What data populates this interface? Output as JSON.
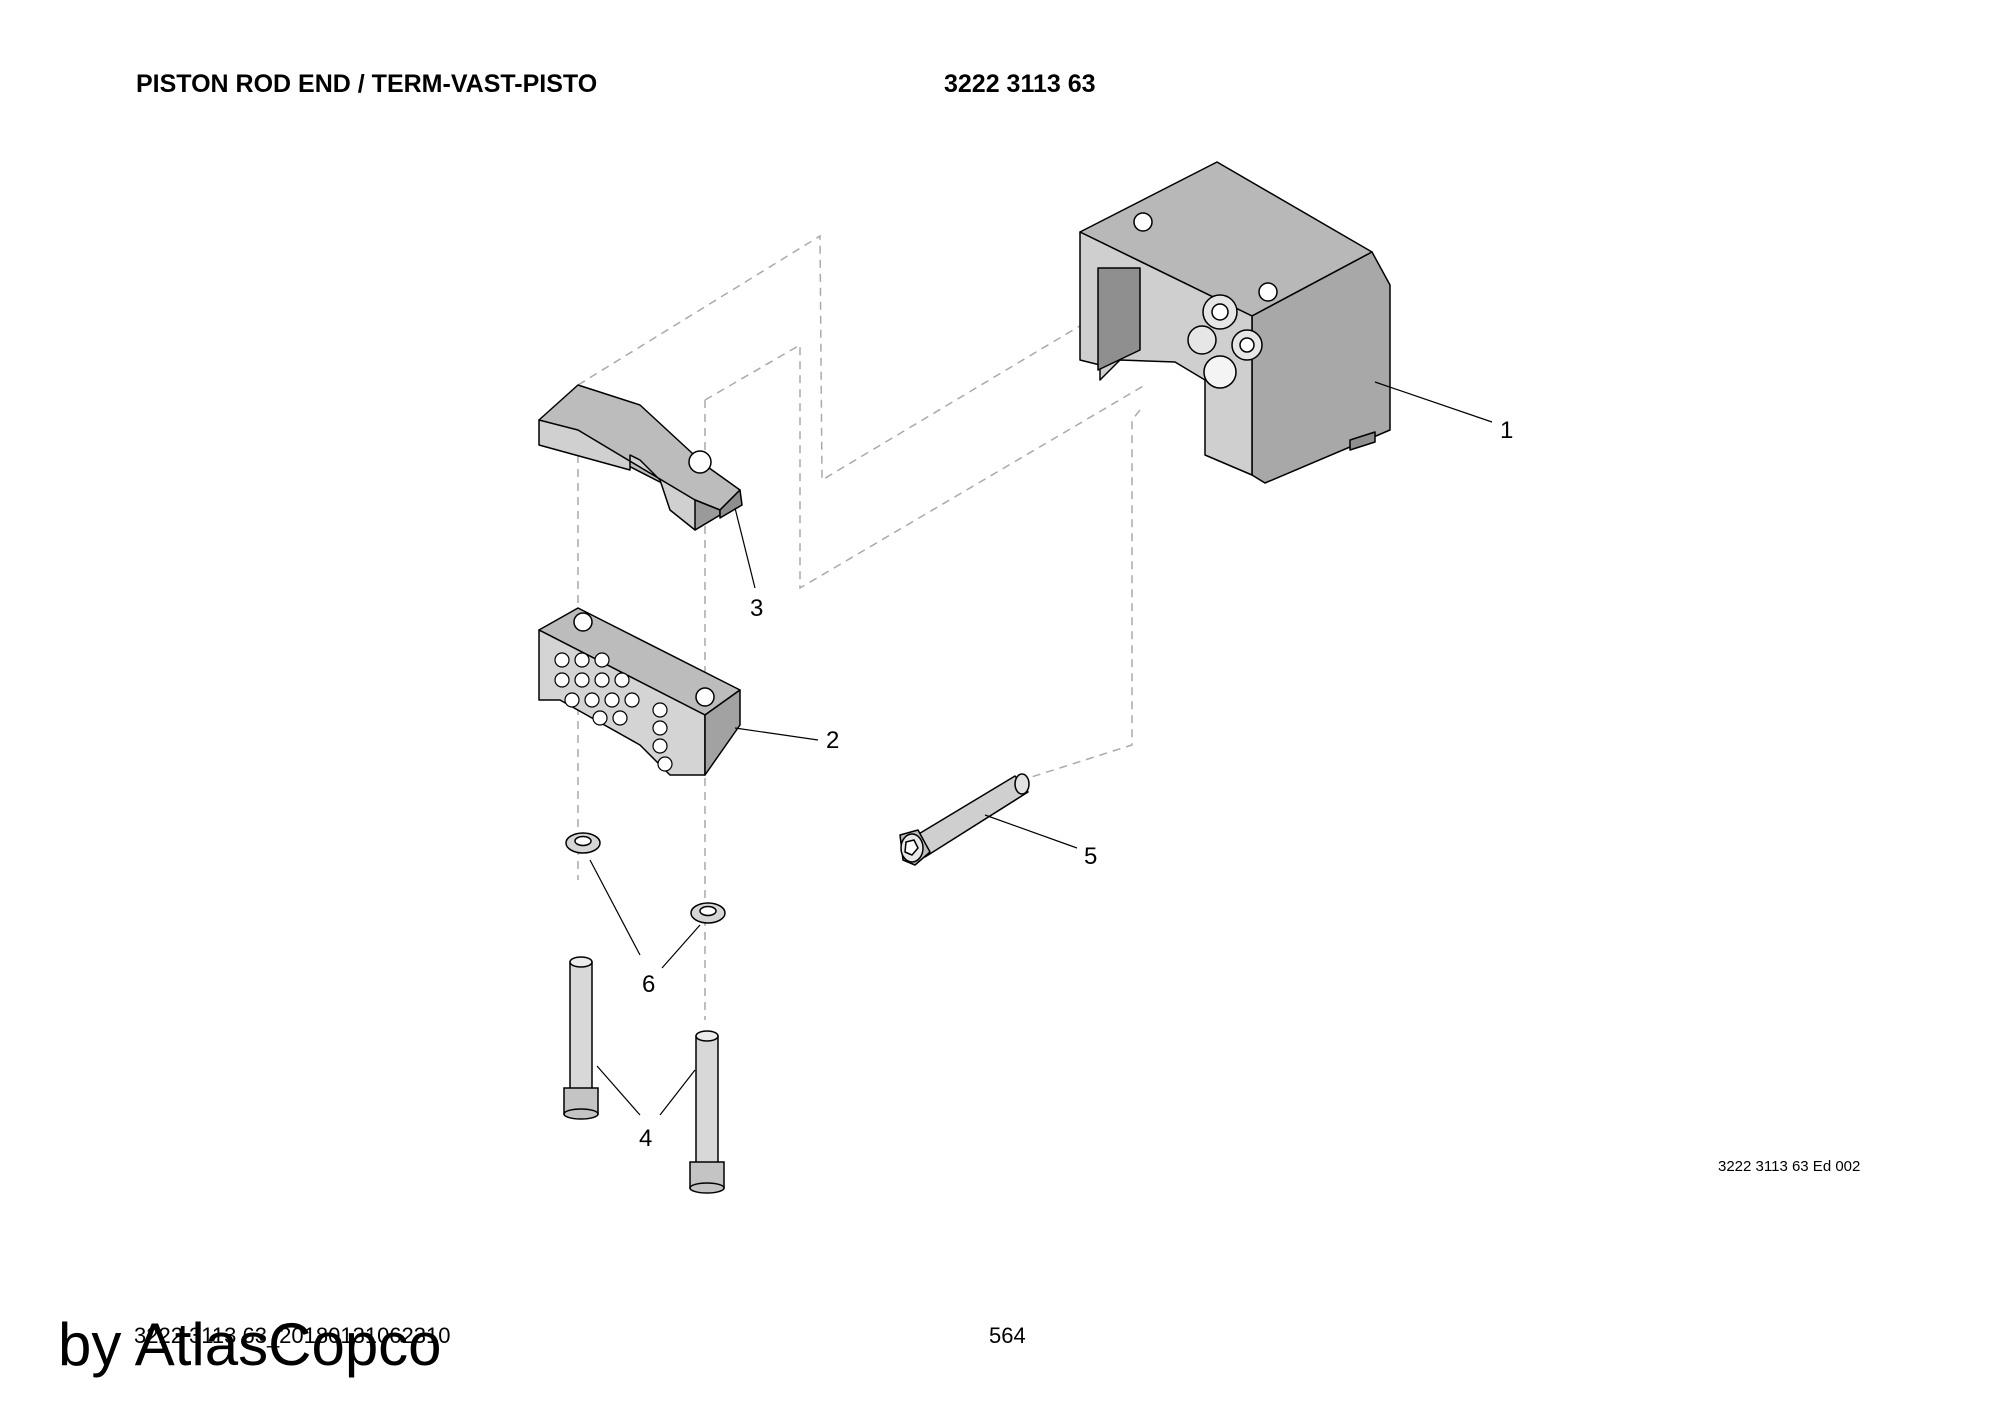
{
  "header": {
    "title": "PISTON ROD END / TERM-VAST-PISTO",
    "part_number": "3222 3113 63"
  },
  "drawing": {
    "edition": "3222 3113 63 Ed 002",
    "callouts": [
      "1",
      "2",
      "3",
      "4",
      "5",
      "6"
    ],
    "part_fill": "#c8c8c8",
    "line_color": "#000000"
  },
  "footer": {
    "reference": "3222 3113 63_20180131062310",
    "page": "564",
    "watermark": "by AtlasCopco"
  }
}
